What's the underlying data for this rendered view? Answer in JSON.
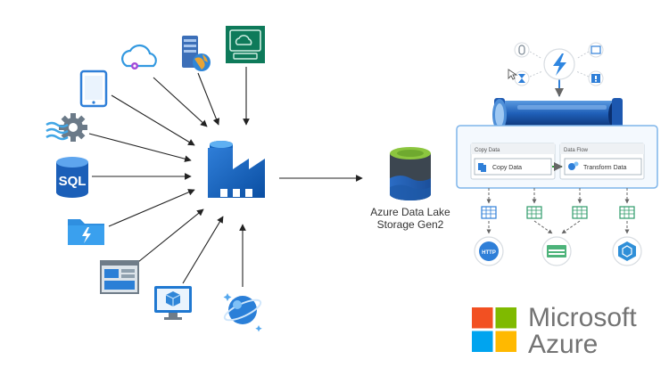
{
  "storage": {
    "line1": "Azure Data Lake",
    "line2": "Storage Gen2"
  },
  "sources": {
    "sql_label": "SQL"
  },
  "pipeline": {
    "copy_section": "Copy Data",
    "copy_activity": "Copy Data",
    "flow_section": "Data Flow",
    "flow_activity": "Transform Data",
    "http_label": "HTTP"
  },
  "brand": {
    "line1": "Microsoft",
    "line2": "Azure",
    "colors": {
      "red": "#f25022",
      "green": "#7fba00",
      "blue": "#00a4ef",
      "yellow": "#ffb900"
    }
  },
  "icons": [
    "tablet-icon",
    "cloud-service-icon",
    "server-globe-icon",
    "cloud-monitor-icon",
    "gear-waves-icon",
    "sql-database-icon",
    "function-folder-icon",
    "web-app-icon",
    "vm-monitor-icon",
    "cosmos-db-icon",
    "data-factory-icon",
    "storage-cylinder-icon",
    "lightning-trigger-icon",
    "pipe-icon",
    "http-icon",
    "table-icon",
    "hexagon-icon"
  ]
}
